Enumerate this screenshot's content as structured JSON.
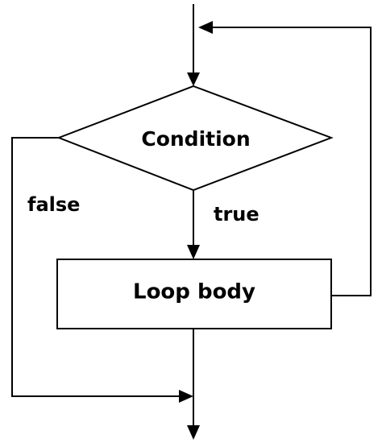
{
  "diagram": {
    "condition_label": "Condition",
    "body_label": "Loop body",
    "true_label": "true",
    "false_label": "false"
  },
  "colors": {
    "stroke": "#000000",
    "background": "#ffffff"
  }
}
